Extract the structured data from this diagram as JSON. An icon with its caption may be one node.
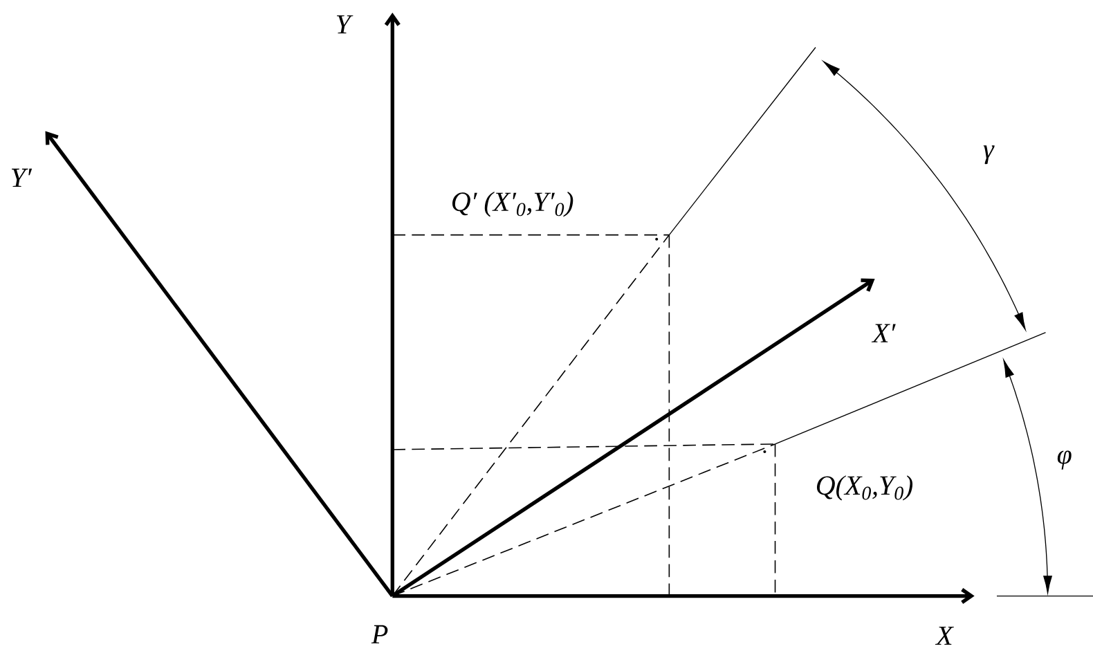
{
  "diagram": {
    "labels": [
      "Y",
      "Y′",
      "γ",
      "Q′ (X′$_{0}$,Y′$_{0}$)",
      "X′",
      "φ",
      "Q(X$_{0}$,Y$_{0}$)",
      "P",
      "X"
    ]
  }
}
